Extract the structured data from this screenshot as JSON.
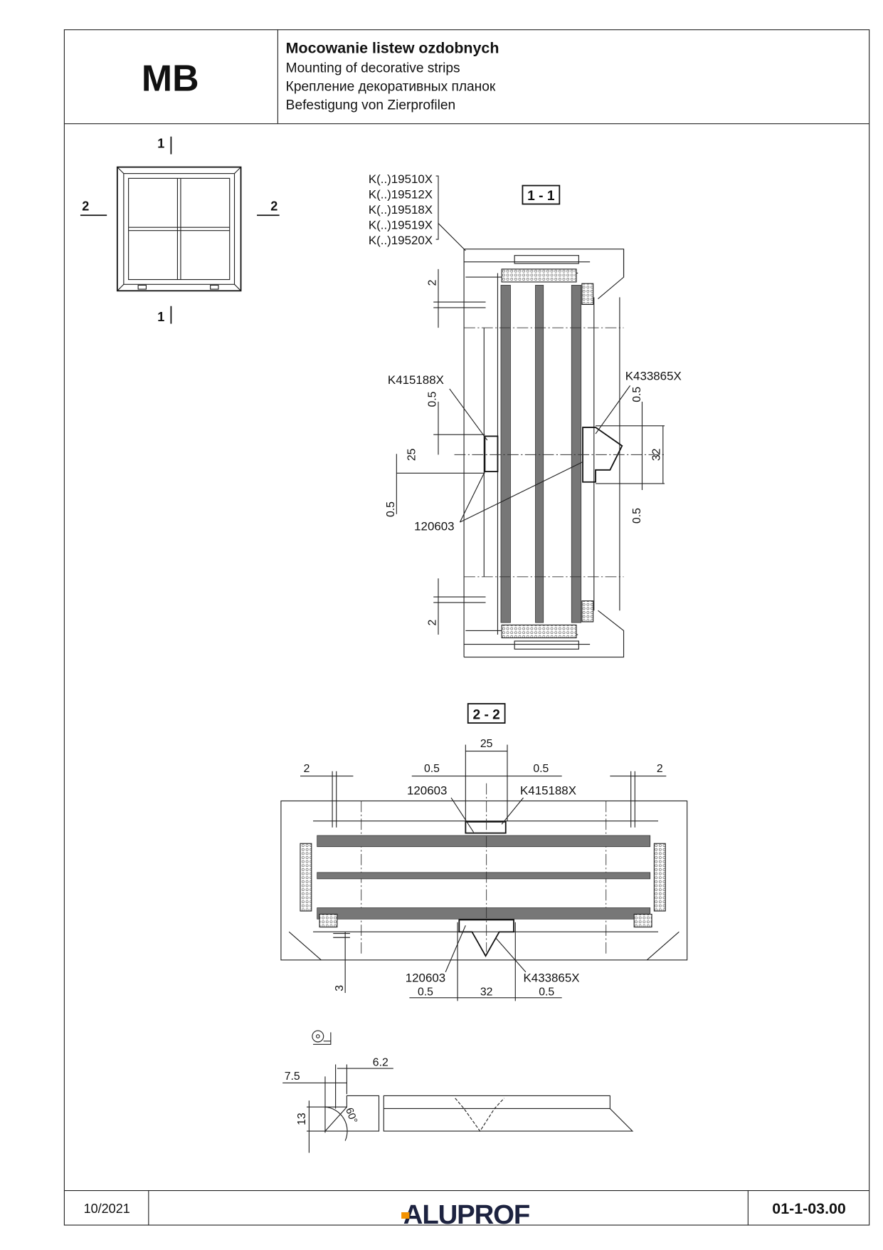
{
  "header": {
    "code": "MB",
    "title_pl": "Mocowanie listew ozdobnych",
    "title_en": "Mounting of decorative strips",
    "title_ru": "Крепление декоративных планок",
    "title_de": "Befestigung von Zierprofilen"
  },
  "key_plan": {
    "cut_1_top": "1",
    "cut_1_bottom": "1",
    "cut_2_left": "2",
    "cut_2_right": "2"
  },
  "section_1_1": {
    "label": "1 - 1",
    "profiles": [
      "K(..)19510X",
      "K(..)19512X",
      "K(..)19518X",
      "K(..)19519X",
      "K(..)19520X"
    ],
    "strip_inner": "K415188X",
    "strip_outer": "K433865X",
    "tape": "120603",
    "dims": {
      "gap_top": "2",
      "gap_bottom": "2",
      "d05a": "0.5",
      "d25": "25",
      "d05b": "0.5",
      "d05c": "0.5",
      "d32": "32",
      "d05d": "0.5"
    }
  },
  "section_2_2": {
    "label": "2 - 2",
    "strip_inner": "K415188X",
    "strip_outer": "K433865X",
    "tape_top": "120603",
    "tape_bottom": "120603",
    "dims": {
      "d25": "25",
      "d05l": "0.5",
      "d05r": "0.5",
      "gap_l": "2",
      "gap_r": "2",
      "d3": "3",
      "d32": "32",
      "d05bl": "0.5",
      "d05br": "0.5"
    }
  },
  "milling_detail": {
    "icon": "milling-cutter-icon",
    "d62": "6.2",
    "d75": "7.5",
    "d13": "13",
    "angle": "60°"
  },
  "footer": {
    "date": "10/2021",
    "logo": "ALUPROF",
    "doc_number": "01-1-03.00",
    "logo_accent": "#f39200",
    "logo_color": "#1d2340"
  }
}
